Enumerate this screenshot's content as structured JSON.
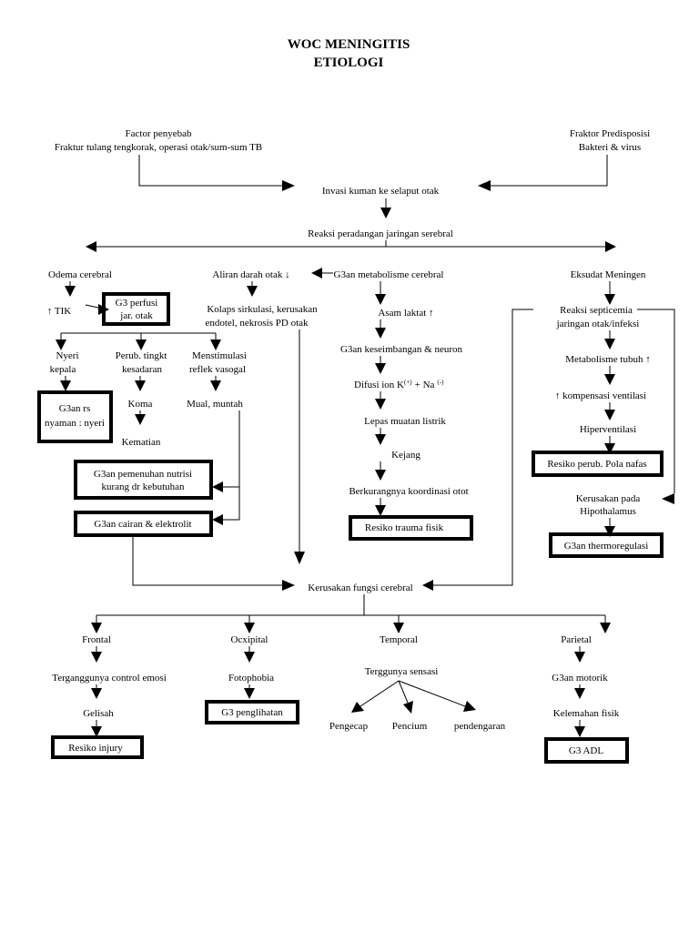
{
  "title": [
    "WOC MENINGITIS",
    "ETIOLOGI"
  ],
  "nodes": {
    "factor_penyebab": "Factor penyebab",
    "fraktur_tulang": "Fraktur tulang tengkorak, operasi otak/sum-sum TB",
    "fraktor_predisposisi": "Fraktor Predisposisi",
    "bakteri_virus": "Bakteri & virus",
    "invasi_kuman": "Invasi kuman ke selaput otak",
    "reaksi_peradangan": "Reaksi peradangan jaringan serebral",
    "odema_cerebral": "Odema cerebral",
    "aliran_darah": "Aliran darah otak ↓",
    "g3an_metabolisme": "G3an metabolisme cerebral",
    "eksudat_meningen": "Eksudat Meningen",
    "tik": "↑ TIK",
    "g3_perfusi_1": "G3 perfusi",
    "g3_perfusi_2": "jar. otak",
    "kolaps_1": "Kolaps sirkulasi, kerusakan",
    "kolaps_2": "endotel, nekrosis PD otak",
    "asam_laktat": "Asam laktat ↑",
    "reaksi_septicemia_1": "Reaksi septicemia",
    "reaksi_septicemia_2": "jaringan otak/infeksi",
    "nyeri_1": "Nyeri",
    "nyeri_2": "kepala",
    "perub_tingkt_1": "Perub. tingkt",
    "perub_tingkt_2": "kesadaran",
    "menstimulasi_1": "Menstimulasi",
    "menstimulasi_2": "reflek vasogal",
    "g3an_keseimbangan": "G3an keseimbangan & neuron",
    "metabolisme_tubuh": "Metabolisme tubuh ↑",
    "g3an_rs_1": "G3an rs",
    "g3an_rs_2": "nyaman : nyeri",
    "koma": "Koma",
    "mual_muntah": "Mual, muntah",
    "difusi_ion": "Difusi ion K",
    "difusi_sup1": "(+)",
    "difusi_plus": "+ Na",
    "difusi_sup2": "(-)",
    "kompensasi": "↑ kompensasi ventilasi",
    "kematian": "Kematian",
    "lepas_muatan": "Lepas muatan listrik",
    "hiperventilasi": "Hiperventilasi",
    "kejang": "Kejang",
    "g3an_nutrisi_1": "G3an pemenuhan nutrisi",
    "g3an_nutrisi_2": "kurang dr kebutuhan",
    "resiko_pola_nafas": "Resiko perub. Pola nafas",
    "berkurangnya": "Berkurangnya koordinasi otot",
    "kerusakan_hipo_1": "Kerusakan pada",
    "kerusakan_hipo_2": "Hipothalamus",
    "g3an_cairan": "G3an cairan & elektrolit",
    "resiko_trauma": "Resiko trauma fisik",
    "g3an_thermo": "G3an thermoregulasi",
    "kerusakan_fungsi": "Kerusakan fungsi cerebral",
    "frontal": "Frontal",
    "ocxipital": "Ocxipital",
    "temporal": "Temporal",
    "parietal": "Parietal",
    "terganggunya": "Terganggunya control emosi",
    "fotophobia": "Fotophobia",
    "terggunya": "Terggunya sensasi",
    "g3an_motorik": "G3an motorik",
    "gelisah": "Gelisah",
    "g3_penglihatan": "G3 penglihatan",
    "pengecap": "Pengecap",
    "pencium": "Pencium",
    "pendengaran": "pendengaran",
    "kelemahan_fisik": "Kelemahan fisik",
    "resiko_injury": "Resiko injury",
    "g3_adl": "G3 ADL"
  }
}
